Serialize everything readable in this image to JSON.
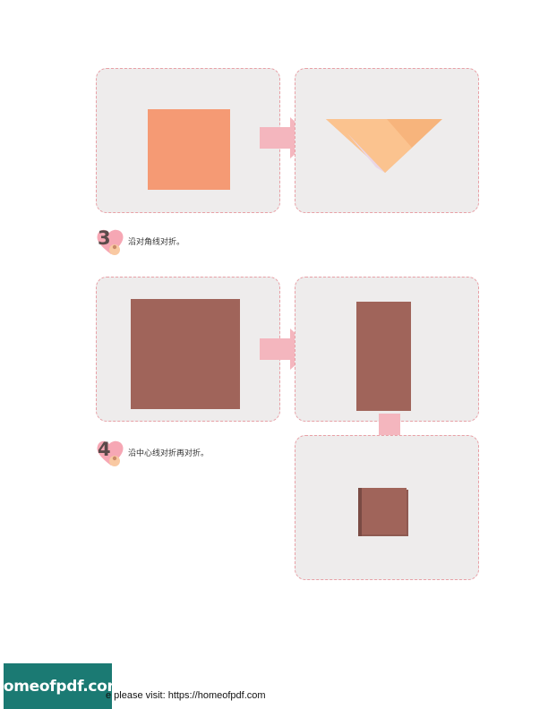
{
  "steps": [
    {
      "number": "3",
      "instruction": "沿对角线对折。"
    },
    {
      "number": "4",
      "instruction": "沿中心线对折再对折。"
    }
  ],
  "colors": {
    "panel_border": "#e8a0a6",
    "arrow": "#f4b6be",
    "orange_paper": "#f59a74",
    "brown_paper": "#a0645a"
  },
  "footer": {
    "logo_text": "homeofpdf.com",
    "visit_text": "e please visit: https://homeofpdf.com"
  }
}
